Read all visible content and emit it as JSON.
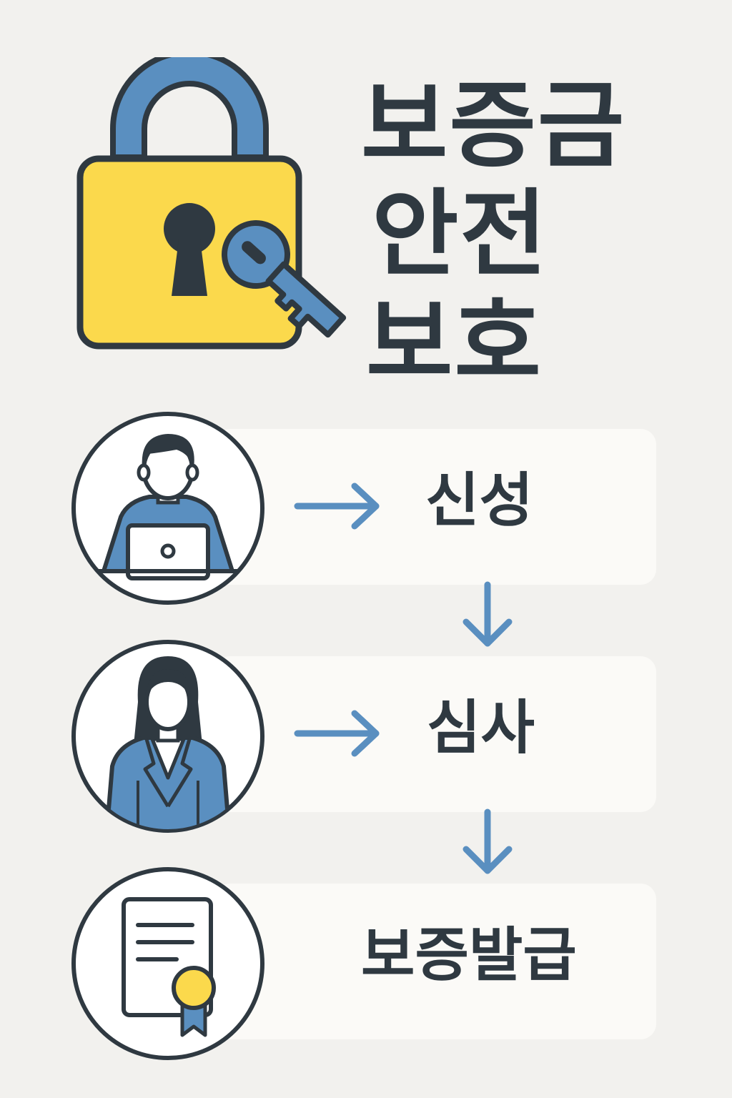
{
  "title": {
    "line1": "보증금",
    "line2": "안전",
    "line3": "보호"
  },
  "steps": [
    {
      "label": "신성",
      "icon": "person-laptop-icon"
    },
    {
      "label": "심사",
      "icon": "woman-reviewer-icon"
    },
    {
      "label": "보증발급",
      "icon": "certificate-icon"
    }
  ],
  "colors": {
    "background": "#f2f1ee",
    "card": "#fbfaf7",
    "ink": "#2f3941",
    "blue": "#5a8fc0",
    "yellow": "#fbd94c"
  }
}
